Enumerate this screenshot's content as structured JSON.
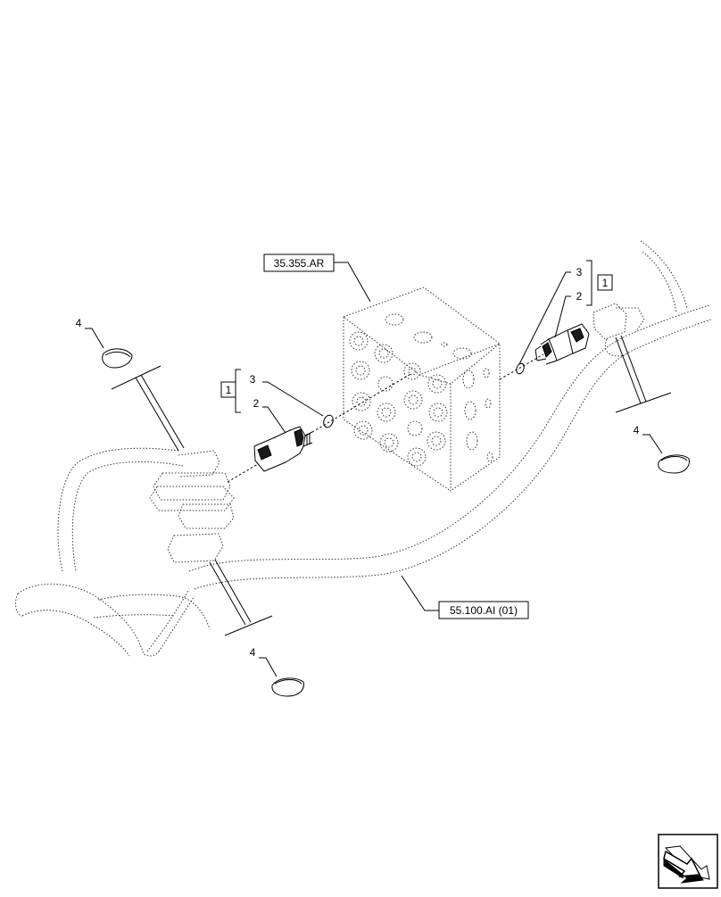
{
  "references": {
    "valve_block": "35.355.AR",
    "harness": "55.100.AI (01)"
  },
  "callouts": {
    "group_left": "1",
    "group_right": "1",
    "item_oring_left": "3",
    "item_sensor_left": "2",
    "item_oring_right": "3",
    "item_sensor_right": "2",
    "clip_top_left": "4",
    "clip_bottom": "4",
    "clip_right": "4"
  },
  "nav": {
    "icon": "previous-page-arrow-icon"
  }
}
